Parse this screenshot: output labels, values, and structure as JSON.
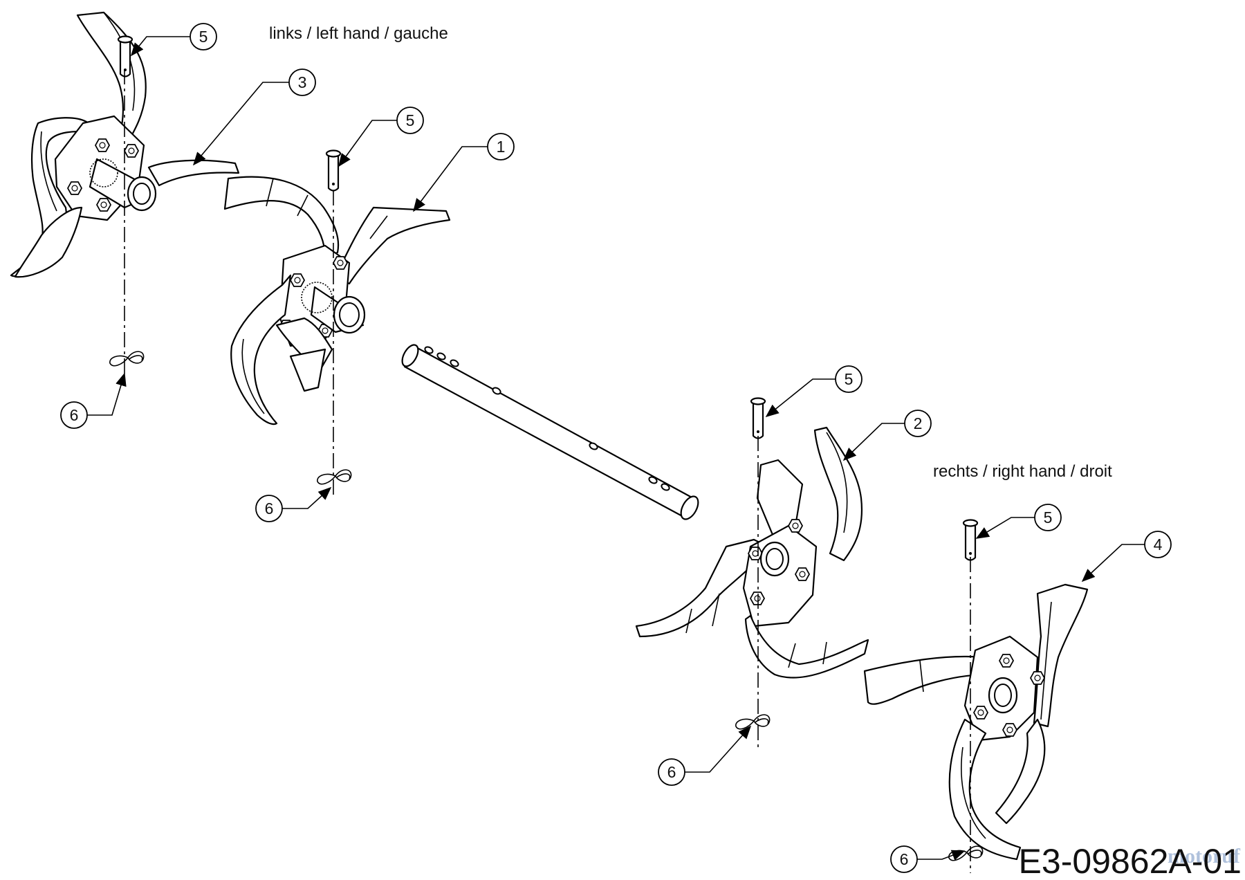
{
  "labels": {
    "left_side": "links / left hand / gauche",
    "right_side": "rechts / right hand / droit"
  },
  "diagram_code": "E3-09862A-01",
  "watermark": "motoruf",
  "callouts": {
    "n1": "1",
    "n2": "2",
    "n3": "3",
    "n4": "4",
    "n5": "5",
    "n6": "6"
  },
  "icons": [
    "tine-assembly",
    "clevis-pin",
    "hairpin-clip",
    "tiller-shaft",
    "hex-bolt"
  ]
}
